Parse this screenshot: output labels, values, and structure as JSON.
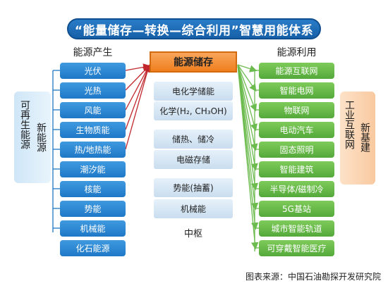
{
  "title": "“能量储存—转换—综合利用”智慧用能体系",
  "production": {
    "heading": "能源产生",
    "side_label_col1": "新能源",
    "side_label_col2": "可再生能源",
    "items": [
      "光伏",
      "光热",
      "风能",
      "生物质能",
      "热/地热能",
      "潮汐能",
      "核能",
      "势能",
      "机械能",
      "化石能源"
    ]
  },
  "storage": {
    "heading": "能源储存",
    "items": [
      "电化学储能",
      "化学(H₂, CH₃OH)",
      "储热、储冷",
      "电磁存储",
      "势能(抽蓄)",
      "机械能"
    ],
    "hub_label": "中枢"
  },
  "utilization": {
    "heading": "能源利用",
    "side_label_col1": "新基建",
    "side_label_col2": "工业互联网",
    "items": [
      "能源互联网",
      "智能电网",
      "物联网",
      "电动汽车",
      "固态照明",
      "智能建筑",
      "半导体/磁制冷",
      "5G基站",
      "城市智能轨道",
      "可穿戴智能医疗"
    ]
  },
  "source_note": "图表来源：中国石油勘探开发研究院",
  "colors": {
    "title_blue": "#1a6bb8",
    "source_blue": "#2b87d4",
    "use_green": "#66b94a",
    "storage_orange": "#f08a2c",
    "arrow_red": "#c0262c",
    "arrow_green": "#6cbb4e"
  }
}
